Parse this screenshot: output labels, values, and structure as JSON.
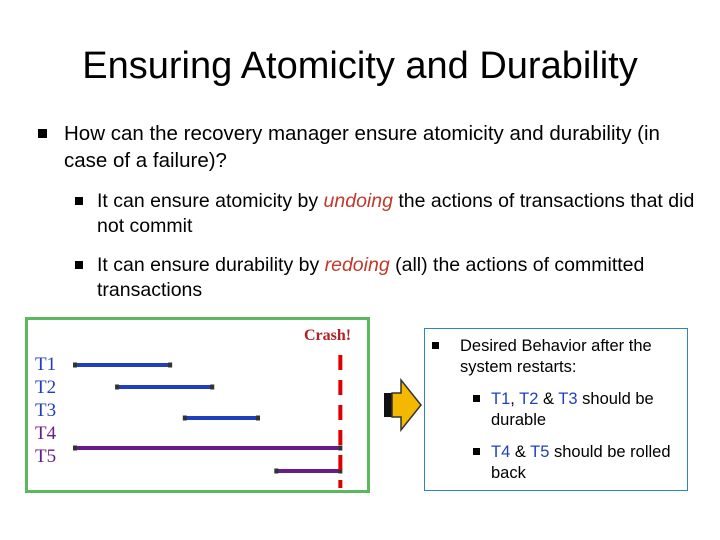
{
  "title": "Ensuring Atomicity and Durability",
  "bullet1": "How can the recovery manager ensure atomicity and durability (in case of a failure)?",
  "sub1": {
    "before": "It can ensure atomicity by ",
    "emph": "undoing",
    "after": " the actions of transactions that did not commit"
  },
  "sub2": {
    "before": "It can ensure durability by ",
    "emph": "redoing",
    "after": " (all) the actions of committed transactions"
  },
  "diagram": {
    "crash_label": "Crash!",
    "transactions": [
      {
        "label": "T1",
        "color": "#1f3fbf",
        "start": 0.0,
        "end": 0.52
      },
      {
        "label": "T2",
        "color": "#1f3fbf",
        "start": 0.23,
        "end": 0.75
      },
      {
        "label": "T3",
        "color": "#1f3fbf",
        "start": 0.6,
        "end": 1.0
      },
      {
        "label": "T4",
        "color": "#6a1b8a",
        "start": 0.0,
        "end": 1.45
      },
      {
        "label": "T5",
        "color": "#6a1b8a",
        "start": 1.1,
        "end": 1.45
      }
    ],
    "crash_time": 1.45,
    "bar_color": "#1f3fbf",
    "crash_color": "#dd0000"
  },
  "desired": {
    "heading": "Desired Behavior after the system restarts:",
    "item1": {
      "t1": "T1",
      "sep1": ", ",
      "t2": "T2",
      "sep2": " & ",
      "t3": "T3",
      "rest": " should be durable"
    },
    "item2": {
      "t4": "T4",
      "sep": " & ",
      "t5": "T5",
      "rest": " should be rolled back"
    }
  }
}
